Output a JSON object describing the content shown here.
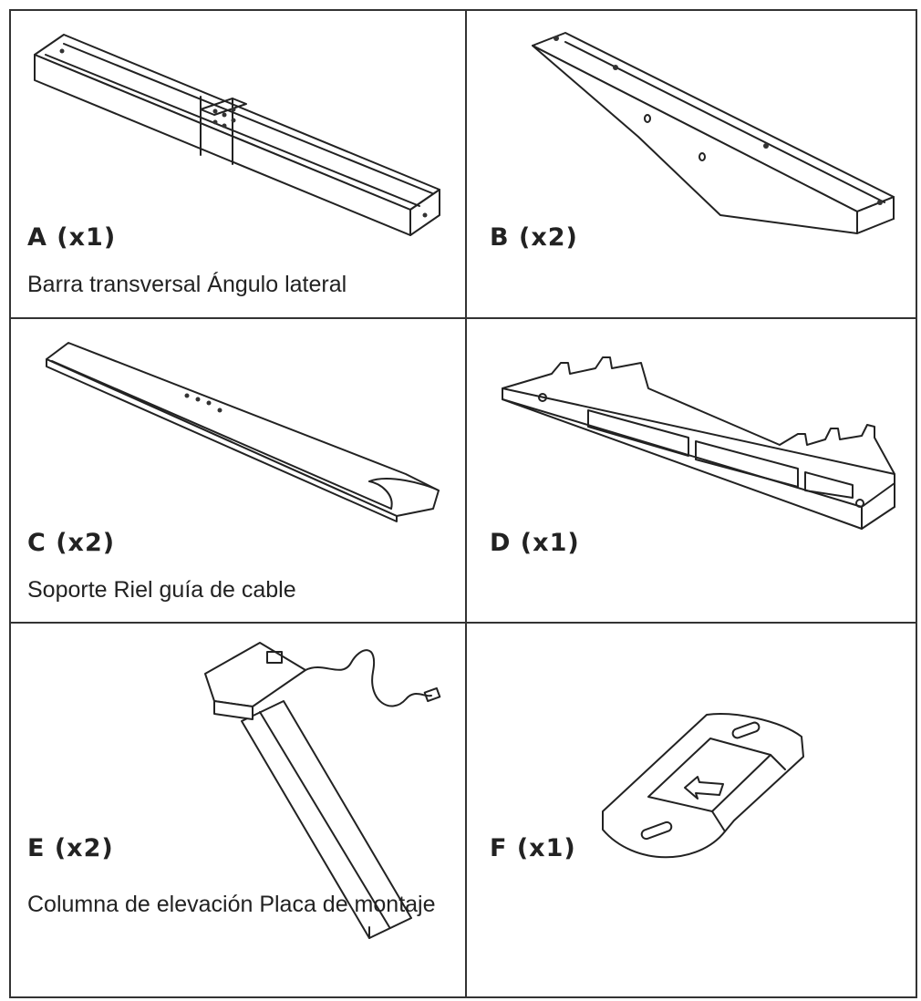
{
  "parts": [
    {
      "id": "A",
      "label": "A (x1)",
      "icon": "crossbar-icon"
    },
    {
      "id": "B",
      "label": "B (x2)",
      "icon": "side-angle-icon"
    },
    {
      "id": "C",
      "label": "C (x2)",
      "icon": "support-foot-icon"
    },
    {
      "id": "D",
      "label": "D (x1)",
      "icon": "cable-rail-icon"
    },
    {
      "id": "E",
      "label": "E (x2)",
      "icon": "lifting-column-icon"
    },
    {
      "id": "F",
      "label": "F (x1)",
      "icon": "mounting-plate-icon"
    }
  ],
  "descriptions": {
    "row1": "Barra transversal Ángulo lateral",
    "row2": "Soporte Riel guía de cable",
    "row3": "Columna de elevación Placa de montaje"
  }
}
